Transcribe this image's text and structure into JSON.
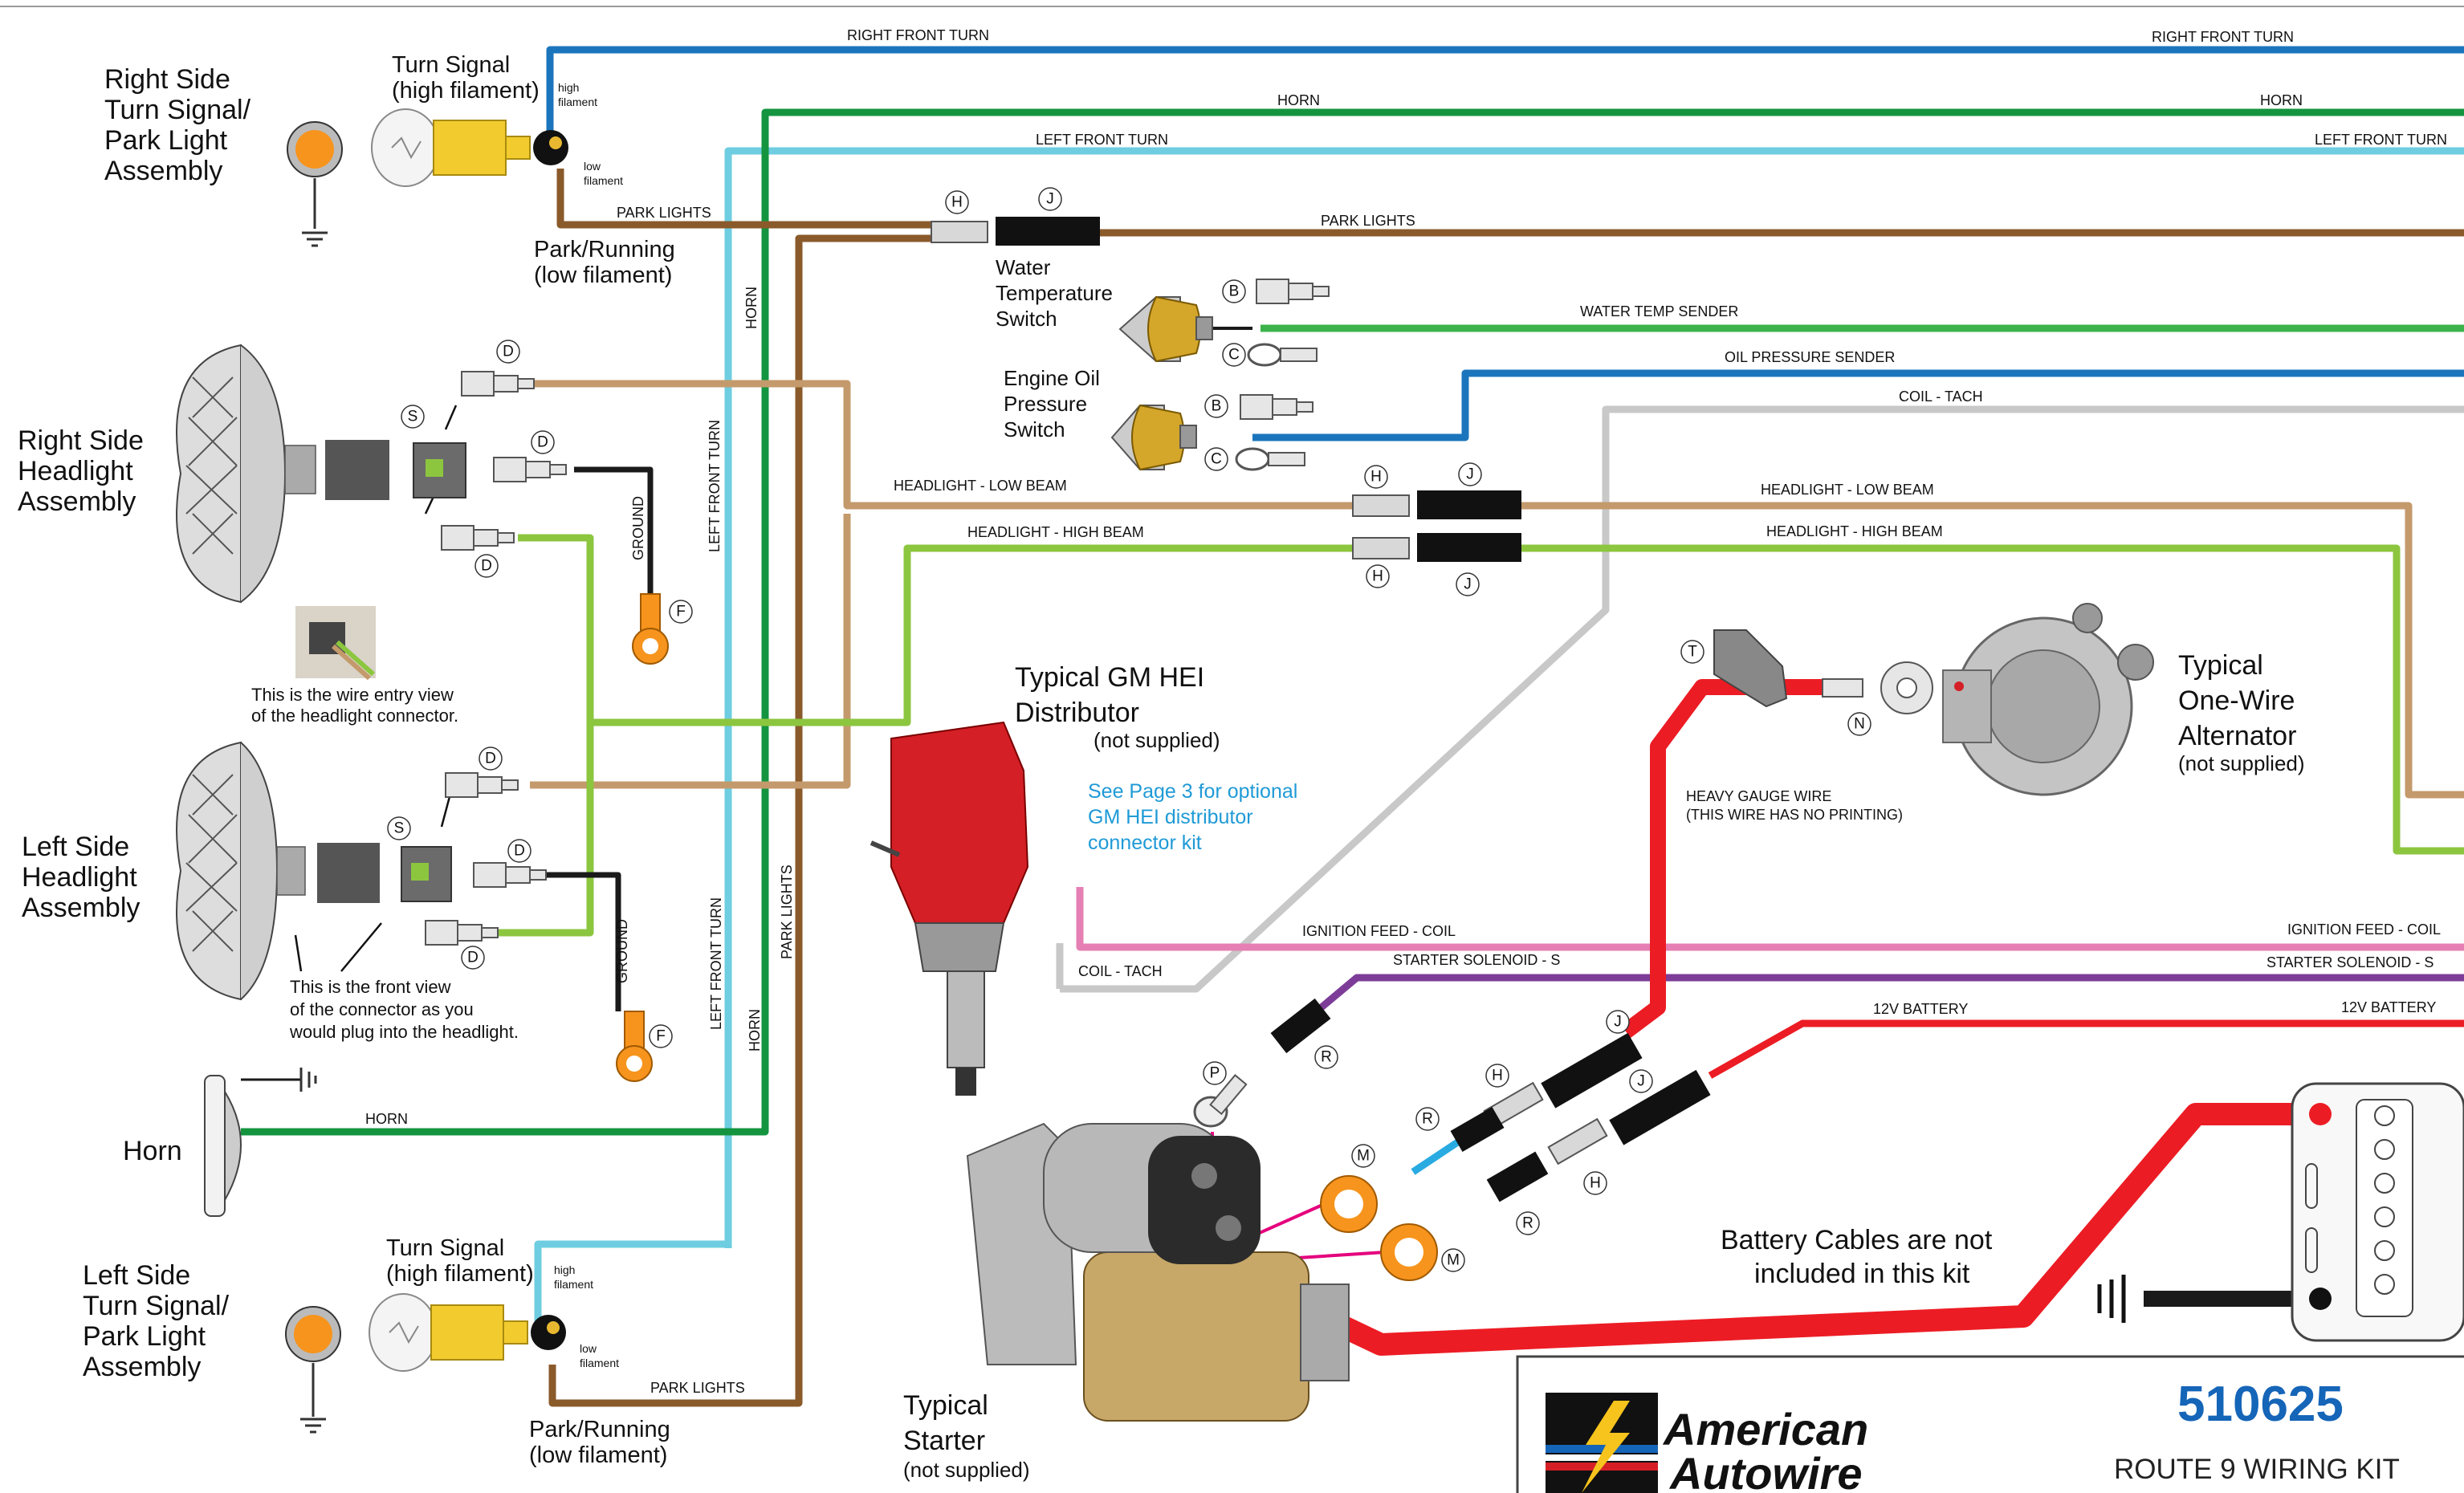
{
  "wire_labels": {
    "right_front_turn_1": "RIGHT FRONT TURN",
    "right_front_turn_2": "RIGHT FRONT TURN",
    "horn_1": "HORN",
    "horn_2": "HORN",
    "horn_3": "HORN",
    "horn_v1": "HORN",
    "horn_v2": "HORN",
    "left_front_turn_1": "LEFT FRONT TURN",
    "left_front_turn_2": "LEFT FRONT TURN",
    "left_front_turn_v1": "LEFT FRONT TURN",
    "left_front_turn_v2": "LEFT FRONT TURN",
    "park_lights_1": "PARK LIGHTS",
    "park_lights_2": "PARK LIGHTS",
    "park_lights_3": "PARK LIGHTS",
    "park_lights_v": "PARK LIGHTS",
    "water_temp_sender": "WATER TEMP SENDER",
    "oil_pressure_sender": "OIL PRESSURE SENDER",
    "coil_tach_1": "COIL - TACH",
    "coil_tach_2": "COIL - TACH",
    "headlight_low_1": "HEADLIGHT - LOW BEAM",
    "headlight_low_2": "HEADLIGHT - LOW BEAM",
    "headlight_high_1": "HEADLIGHT - HIGH BEAM",
    "headlight_high_2": "HEADLIGHT - HIGH BEAM",
    "ground_1": "GROUND",
    "ground_2": "GROUND",
    "ignition_feed_1": "IGNITION FEED - COIL",
    "ignition_feed_2": "IGNITION FEED - COIL",
    "starter_solenoid_1": "STARTER SOLENOID - S",
    "starter_solenoid_2": "STARTER SOLENOID - S",
    "battery_12v_1": "12V BATTERY",
    "battery_12v_2": "12V BATTERY",
    "heavy_gauge_1": "HEAVY GAUGE WIRE",
    "heavy_gauge_2": "(THIS WIRE HAS NO PRINTING)"
  },
  "components": {
    "rs_turn": [
      "Right Side",
      "Turn Signal/",
      "Park Light",
      "Assembly"
    ],
    "rs_bulb": [
      "Turn Signal",
      "(high filament)"
    ],
    "rs_park": [
      "Park/Running",
      "(low filament)"
    ],
    "rs_headlight": [
      "Right Side",
      "Headlight",
      "Assembly"
    ],
    "ls_headlight": [
      "Left Side",
      "Headlight",
      "Assembly"
    ],
    "horn": "Horn",
    "ls_turn": [
      "Left Side",
      "Turn Signal/",
      "Park Light",
      "Assembly"
    ],
    "ls_bulb": [
      "Turn Signal",
      "(high filament)"
    ],
    "ls_park": [
      "Park/Running",
      "(low filament)"
    ],
    "water_switch": [
      "Water",
      "Temperature",
      "Switch"
    ],
    "oil_switch": [
      "Engine Oil",
      "Pressure",
      "Switch"
    ],
    "distributor": [
      "Typical GM HEI",
      "Distributor",
      "(not supplied)"
    ],
    "distributor_note": [
      "See Page 3 for optional",
      "GM HEI distributor",
      "connector kit"
    ],
    "alternator": [
      "Typical",
      "One-Wire",
      "Alternator",
      "(not supplied)"
    ],
    "starter": [
      "Typical",
      "Starter",
      "(not supplied)"
    ],
    "battery_note": [
      "Battery Cables are not",
      "included in this kit"
    ],
    "filament_high": [
      "high",
      "filament"
    ],
    "filament_low": [
      "low",
      "filament"
    ]
  },
  "notes": {
    "wire_entry": [
      "This is the wire entry view",
      "of the headlight connector."
    ],
    "front_view": [
      "This is the front view",
      "of the connector as you",
      "would plug into the headlight."
    ]
  },
  "connector_letters": {
    "h": "H",
    "j": "J",
    "b": "B",
    "c": "C",
    "d": "D",
    "s": "S",
    "f": "F",
    "t": "T",
    "n": "N",
    "p": "P",
    "r": "R",
    "m": "M"
  },
  "title_block": {
    "brand_1": "American",
    "brand_2": "Autowire",
    "part_number": "510625",
    "kit_name": "ROUTE 9 WIRING KIT"
  },
  "colors": {
    "blue": "#1b75bc",
    "green": "#14943f",
    "light_blue": "#6ecde0",
    "brown": "#8a5a2b",
    "tan": "#c49a6c",
    "lime": "#8cc63f",
    "gray": "#c8c8c8",
    "pink": "#e67fb3",
    "purple": "#7d3c98",
    "red": "#ec1c24",
    "black": "#1a1a1a"
  }
}
